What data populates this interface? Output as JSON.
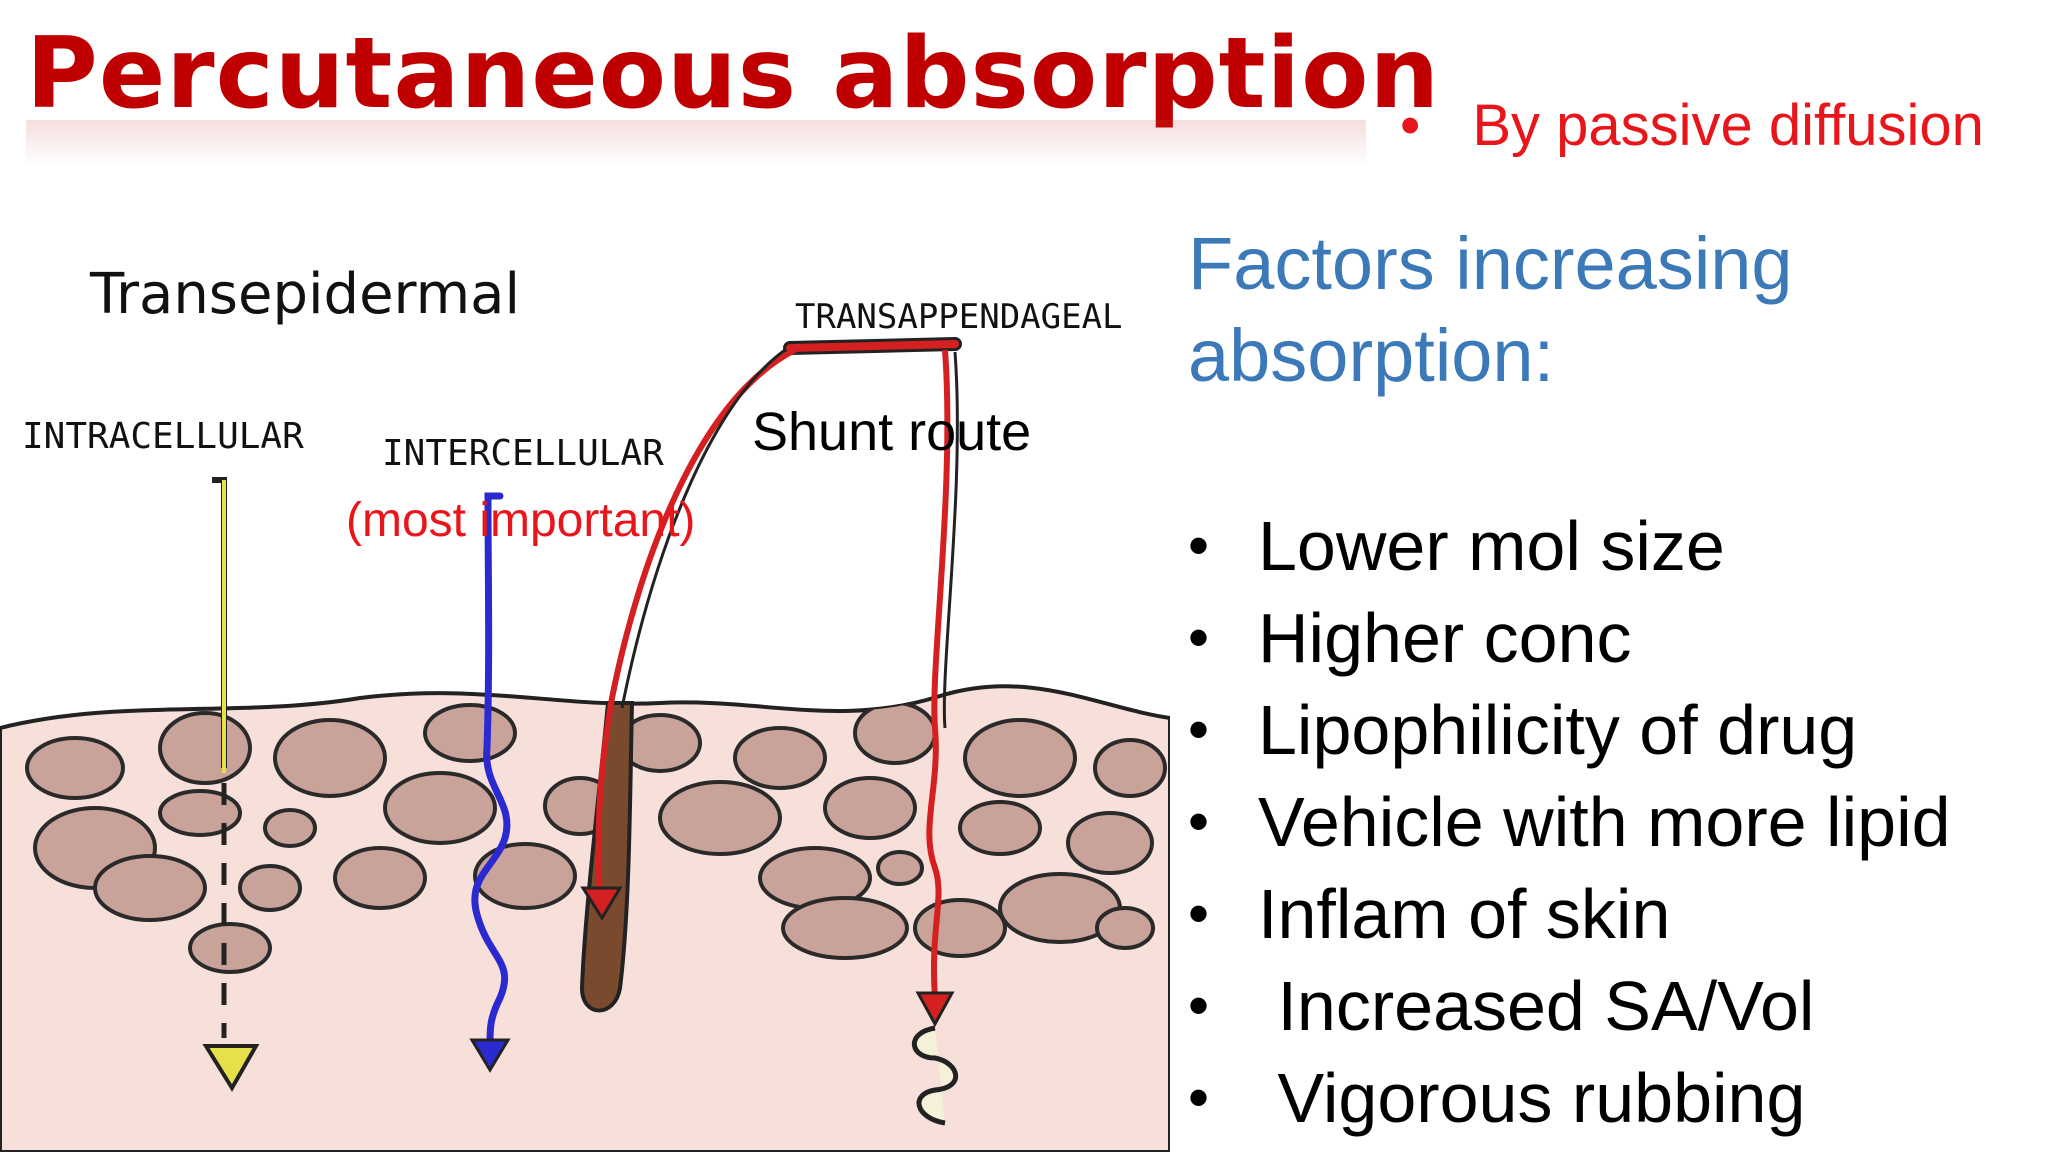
{
  "slide": {
    "title": "Percutaneous absorption",
    "subtitle_bullet": "By passive diffusion",
    "diagram": {
      "transepidermal": "Transepidermal",
      "intracellular": "INTRACELLULAR",
      "intercellular": "INTERCELLULAR",
      "most_important": "(most important)",
      "transappendageal": "TRANSAPPENDAGEAL",
      "shunt_route": "Shunt route"
    },
    "factors_heading": "Factors increasing absorption:",
    "factors": [
      "Lower mol size",
      "Higher conc",
      "Lipophilicity of drug",
      "Vehicle with more lipid",
      "Inflam of skin",
      " Increased SA/Vol",
      " Vigorous rubbing"
    ]
  },
  "colors": {
    "title": "#c00000",
    "subtitle": "#e8161b",
    "heading": "#3c79b8",
    "skin": "#f8e0da",
    "cell": "#c9a29a",
    "intracellular_arrow": "#e6e04a",
    "intercellular_arrow": "#2a2ad0",
    "shunt_arrow": "#d42020",
    "hair": "#7a4a2e"
  }
}
